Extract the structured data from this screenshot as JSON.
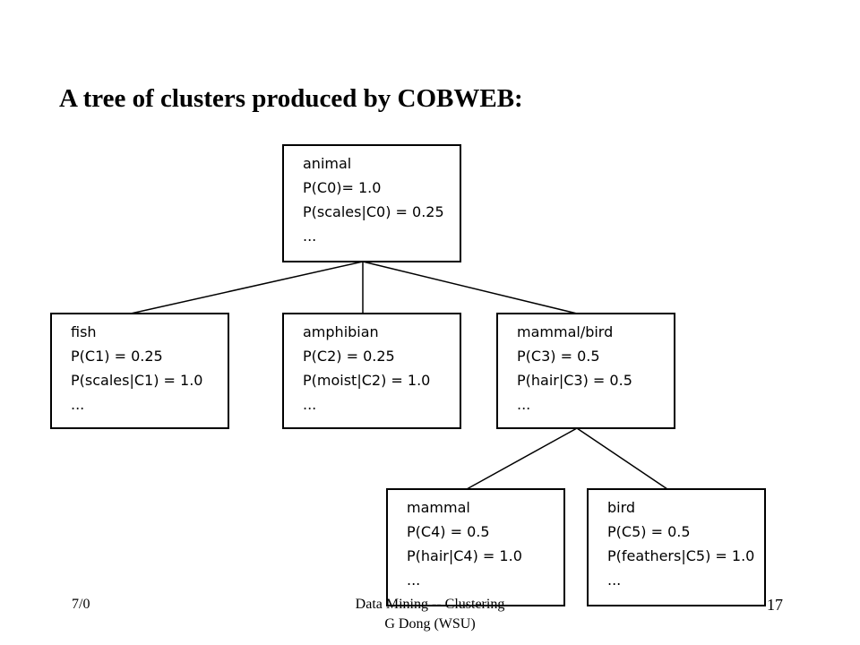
{
  "slide": {
    "title": "A tree of clusters produced by COBWEB:",
    "footer_left": "7/0",
    "footer_center_line1": "Data Mining -- Clustering",
    "footer_center_line2": "G Dong (WSU)",
    "page_number": "17"
  },
  "tree": {
    "nodes": [
      {
        "id": "animal",
        "lines": [
          "animal",
          "P(C0)= 1.0",
          "P(scales|C0) = 0.25",
          "..."
        ]
      },
      {
        "id": "fish",
        "lines": [
          "fish",
          "P(C1) = 0.25",
          "P(scales|C1) = 1.0",
          "..."
        ]
      },
      {
        "id": "amphibian",
        "lines": [
          "amphibian",
          "P(C2) = 0.25",
          "P(moist|C2) = 1.0",
          "..."
        ]
      },
      {
        "id": "mammal-bird",
        "lines": [
          "mammal/bird",
          "P(C3) = 0.5",
          "P(hair|C3) = 0.5",
          "..."
        ]
      },
      {
        "id": "mammal",
        "lines": [
          "mammal",
          "P(C4) = 0.5",
          "P(hair|C4) = 1.0",
          "..."
        ]
      },
      {
        "id": "bird",
        "lines": [
          "bird",
          "P(C5) = 0.5",
          "P(feathers|C5) = 1.0",
          "..."
        ]
      }
    ],
    "edges": [
      [
        "animal",
        "fish"
      ],
      [
        "animal",
        "amphibian"
      ],
      [
        "animal",
        "mammal-bird"
      ],
      [
        "mammal-bird",
        "mammal"
      ],
      [
        "mammal-bird",
        "bird"
      ]
    ]
  }
}
